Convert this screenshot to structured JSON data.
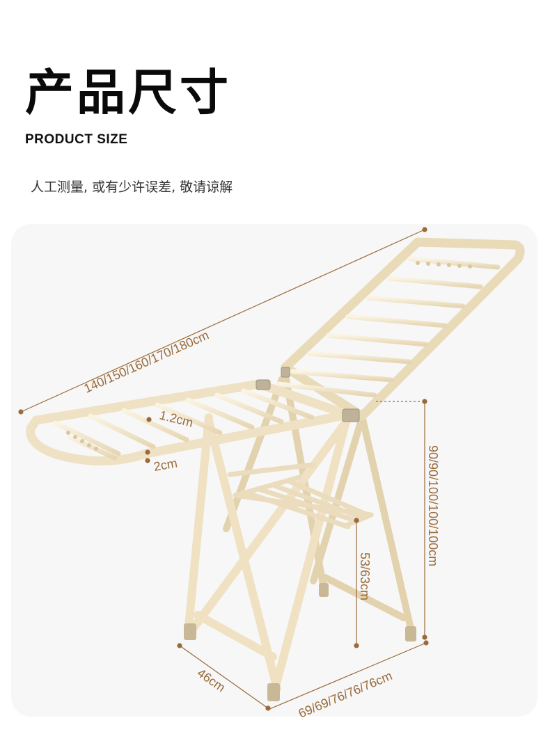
{
  "header": {
    "title": "产品尺寸",
    "subtitle": "PRODUCT SIZE",
    "note": "人工测量, 或有少许误差, 敬请谅解"
  },
  "dimensions": {
    "length": "140/150/160/170/180cm",
    "rod_diameter": "1.2cm",
    "frame_width": "2cm",
    "height": "90/90/100/100/100cm",
    "shelf_height": "53/63cm",
    "depth": "46cm",
    "base_width": "69/69/76/76/76cm"
  },
  "colors": {
    "frame": "#f3e7cc",
    "frame_stroke": "#d9c7a2",
    "dimension_line": "#9a6a3a",
    "background": "#f7f7f7"
  }
}
